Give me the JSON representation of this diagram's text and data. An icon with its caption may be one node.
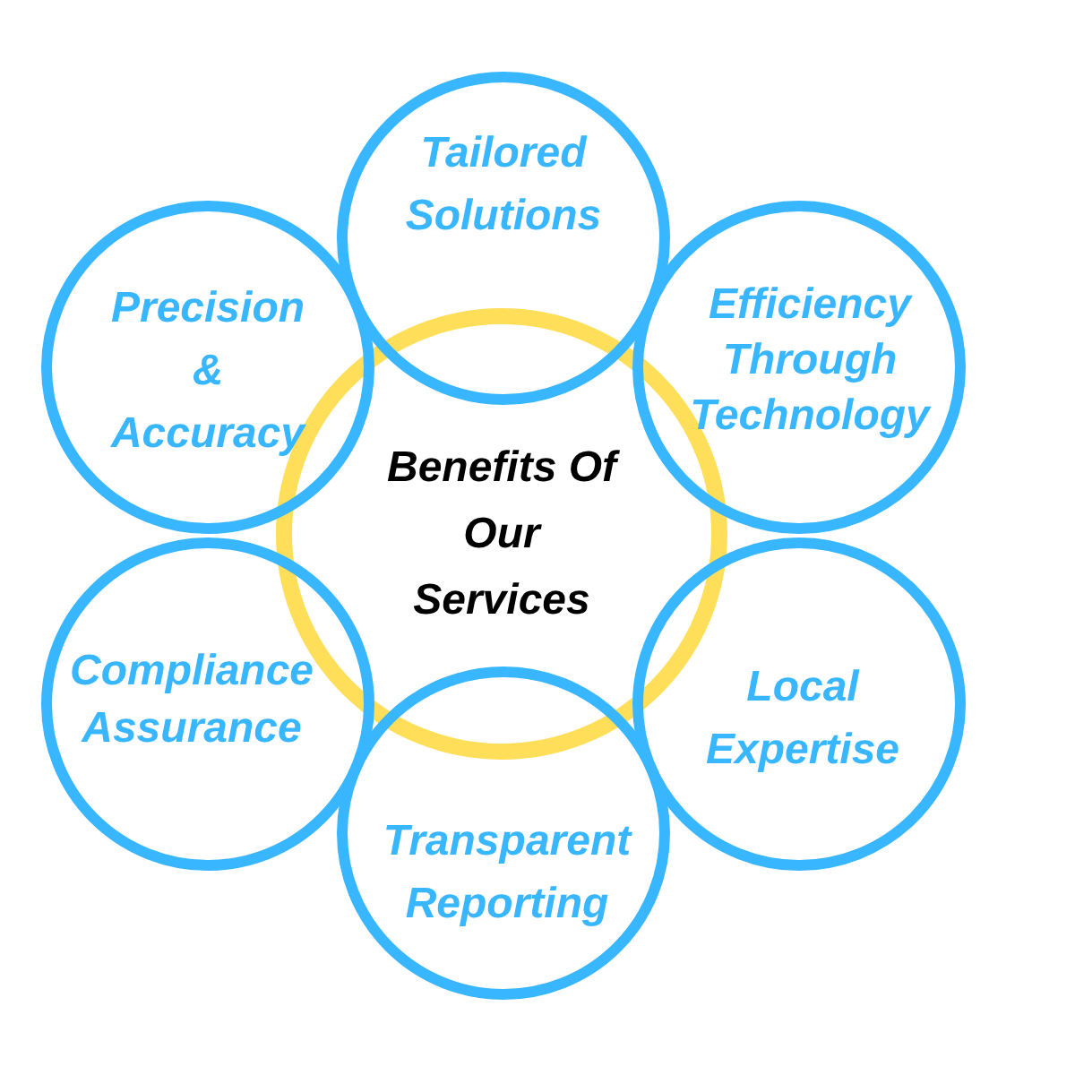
{
  "diagram": {
    "nodes": [
      {
        "text": [
          "Tailored Solutions"
        ]
      },
      {
        "text": [
          "Precision & Accuracy"
        ]
      },
      {
        "text": [
          "Efficiency Through Technology"
        ]
      },
      {
        "text": [
          "Benefits Of Our Services"
        ]
      },
      {
        "text": [
          "Compliance Assurance"
        ]
      },
      {
        "text": [
          "Local Expertise"
        ]
      },
      {
        "text": [
          "Transparent Reporting"
        ]
      }
    ]
  }
}
